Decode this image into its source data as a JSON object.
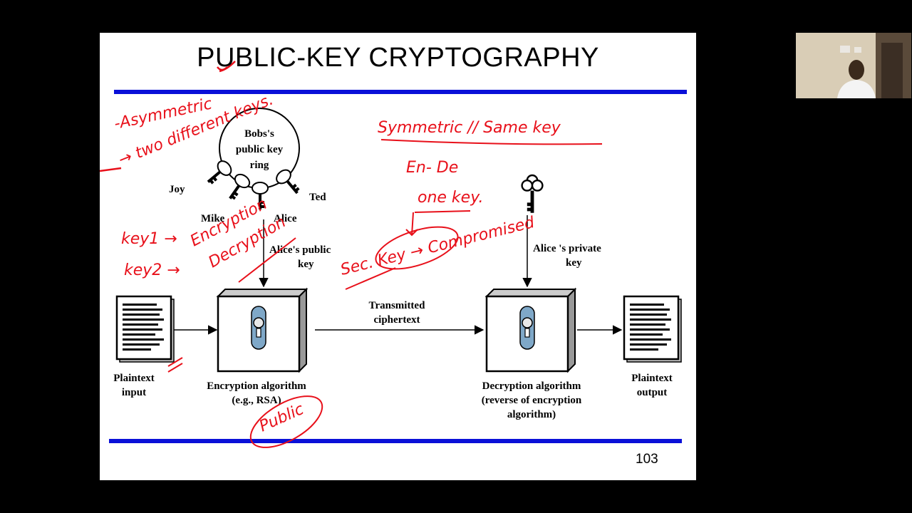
{
  "slide": {
    "title": "PUBLIC-KEY CRYPTOGRAPHY",
    "page_number": "103",
    "key_ring": {
      "label_lines": [
        "Bobs's",
        "public key",
        "ring"
      ],
      "owners": [
        "Joy",
        "Mike",
        "Alice",
        "Ted"
      ]
    },
    "alice_public_key_lines": [
      "Alice's public",
      "key"
    ],
    "alice_private_key_lines": [
      "Alice 's private",
      "key"
    ],
    "transmitted_lines": [
      "Transmitted",
      "ciphertext"
    ],
    "plaintext_input_lines": [
      "Plaintext",
      "input"
    ],
    "plaintext_output_lines": [
      "Plaintext",
      "output"
    ],
    "encryption_lines": [
      "Encryption algorithm",
      "(e.g., RSA)"
    ],
    "decryption_lines": [
      "Decryption algorithm",
      "(reverse of encryption",
      "algorithm)"
    ]
  },
  "annotations": {
    "asymmetric": "-Asymmetric",
    "two_different": "→ two different keys.",
    "symmetric": "Symmetric // Same key",
    "en_de": "En- De",
    "one_key": "one key.",
    "key1": "key1 →",
    "encryption": "Encryption",
    "key2": "key2 →",
    "decryption": "Decryption",
    "sec_key": "Sec. Key → Compromised",
    "public": "Public"
  },
  "colors": {
    "rule": "#0a10d8",
    "ink": "#e8101a",
    "lock": "#7fa8c8"
  }
}
